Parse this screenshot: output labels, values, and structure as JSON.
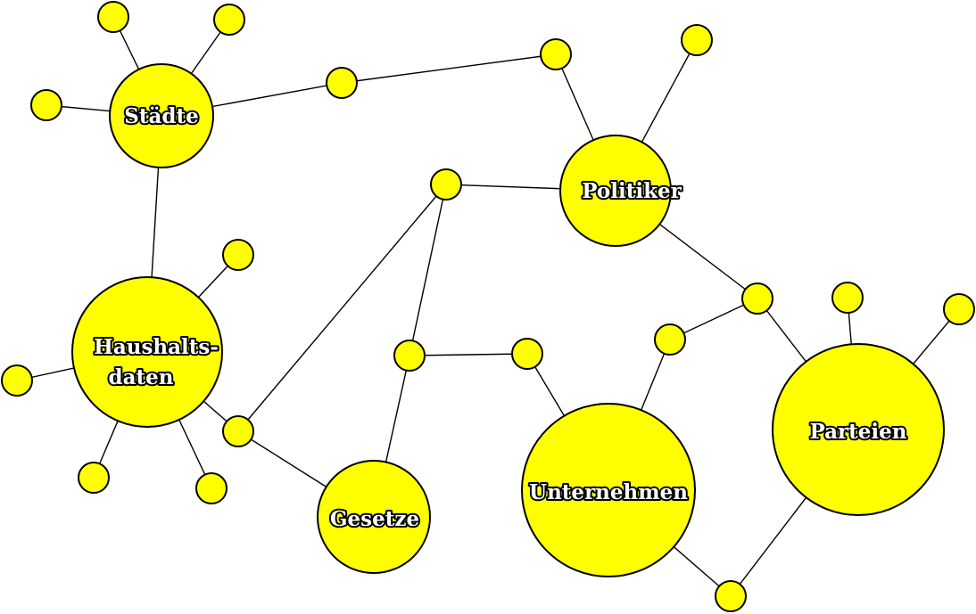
{
  "diagram": {
    "labels": {
      "staedte": "Städte",
      "haushalt_1": "Haushalts-",
      "haushalt_2": "daten",
      "politiker": "Politiker",
      "gesetze": "Gesetze",
      "unternehmen": "Unternehmen",
      "parteien": "Parteien"
    },
    "colors": {
      "node_fill": "#ffff00",
      "stroke": "#000000",
      "label_fill": "#ffffff"
    }
  }
}
